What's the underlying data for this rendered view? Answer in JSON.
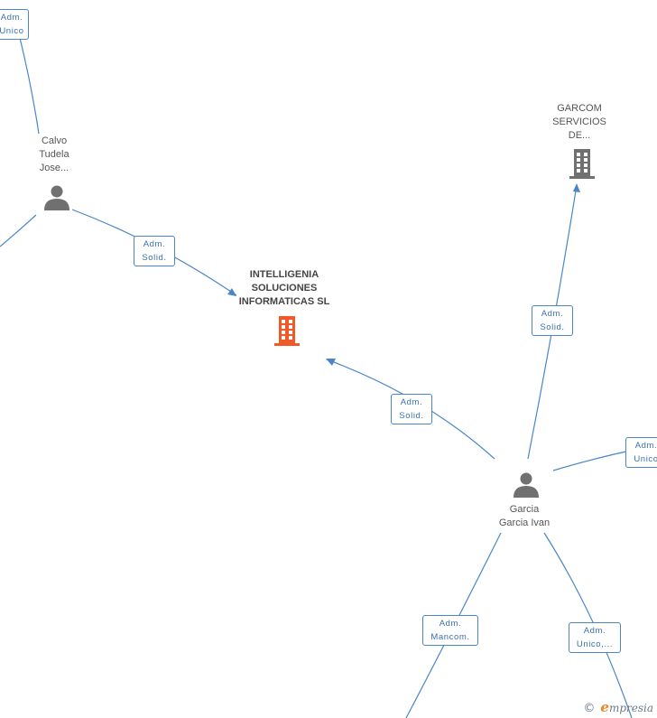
{
  "nodes": {
    "main_company": {
      "label": "INTELLIGENIA\nSOLUCIONES\nINFORMATICAS SL",
      "color": "#f05a28"
    },
    "garcom": {
      "label": "GARCOM\nSERVICIOS\nDE...",
      "color": "#707070"
    },
    "calvo": {
      "label": "Calvo\nTudela\nJose...",
      "color": "#707070"
    },
    "garcia": {
      "label": "Garcia\nGarcia Ivan",
      "color": "#707070"
    }
  },
  "edges": {
    "top_left": "Adm.\nUnico",
    "calvo_to_main": "Adm.\nSolid.",
    "garcia_to_main": "Adm.\nSolid.",
    "garcia_to_garcom": "Adm.\nSolid.",
    "garcia_right": "Adm.\nUnico",
    "garcia_mancom": "Adm.\nMancom.",
    "garcia_unico": "Adm.\nUnico,..."
  },
  "watermark": {
    "symbol": "©",
    "initial": "e",
    "rest": "mpresia"
  },
  "colors": {
    "edge": "#4a86c8",
    "badge_text": "#3a6fb0"
  }
}
